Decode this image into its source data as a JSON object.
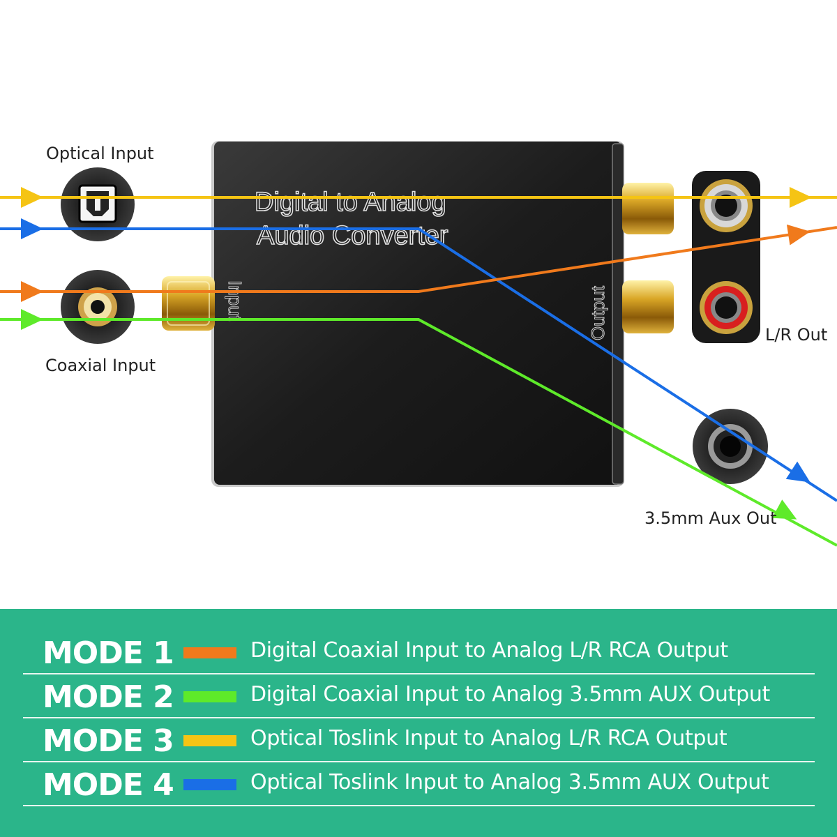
{
  "device": {
    "title_line1": "Digital to Analog",
    "title_line2": "Audio Converter",
    "input_label": "Input",
    "output_label": "Output"
  },
  "ports": {
    "optical_input": "Optical Input",
    "coaxial_input": "Coaxial Input",
    "lr_out": "L/R Out",
    "aux_out": "3.5mm Aux Out"
  },
  "colors": {
    "mode1": "#f07a1c",
    "mode2": "#5eea2a",
    "mode3": "#f5c414",
    "mode4": "#1a6ee6",
    "legend_bg": "#2bb58a"
  },
  "modes": [
    {
      "name": "MODE 1",
      "description": "Digital Coaxial Input to Analog L/R RCA Output",
      "color": "#f07a1c"
    },
    {
      "name": "MODE 2",
      "description": "Digital Coaxial Input to Analog 3.5mm AUX Output",
      "color": "#5eea2a"
    },
    {
      "name": "MODE 3",
      "description": "Optical Toslink Input to Analog L/R RCA Output",
      "color": "#f5c414"
    },
    {
      "name": "MODE 4",
      "description": "Optical Toslink Input to Analog 3.5mm AUX Output",
      "color": "#1a6ee6"
    }
  ]
}
